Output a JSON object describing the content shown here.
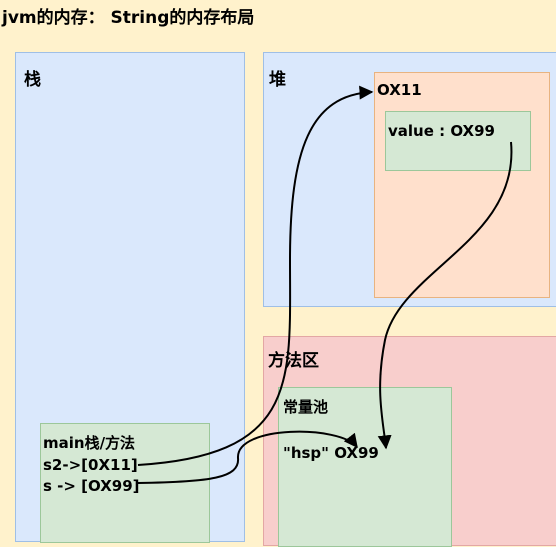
{
  "title": "jvm的内存：  String的内存布局",
  "stack": {
    "label": "栈",
    "frame": {
      "title": "main栈/方法",
      "line1": "s2->[0X11]",
      "line2": "s -> [OX99]"
    }
  },
  "heap": {
    "label": "堆",
    "object": {
      "address": "OX11",
      "field": "value : OX99"
    }
  },
  "method_area": {
    "label": "方法区",
    "constant_pool": {
      "label": "常量池",
      "entry": "\"hsp\" OX99"
    }
  }
}
